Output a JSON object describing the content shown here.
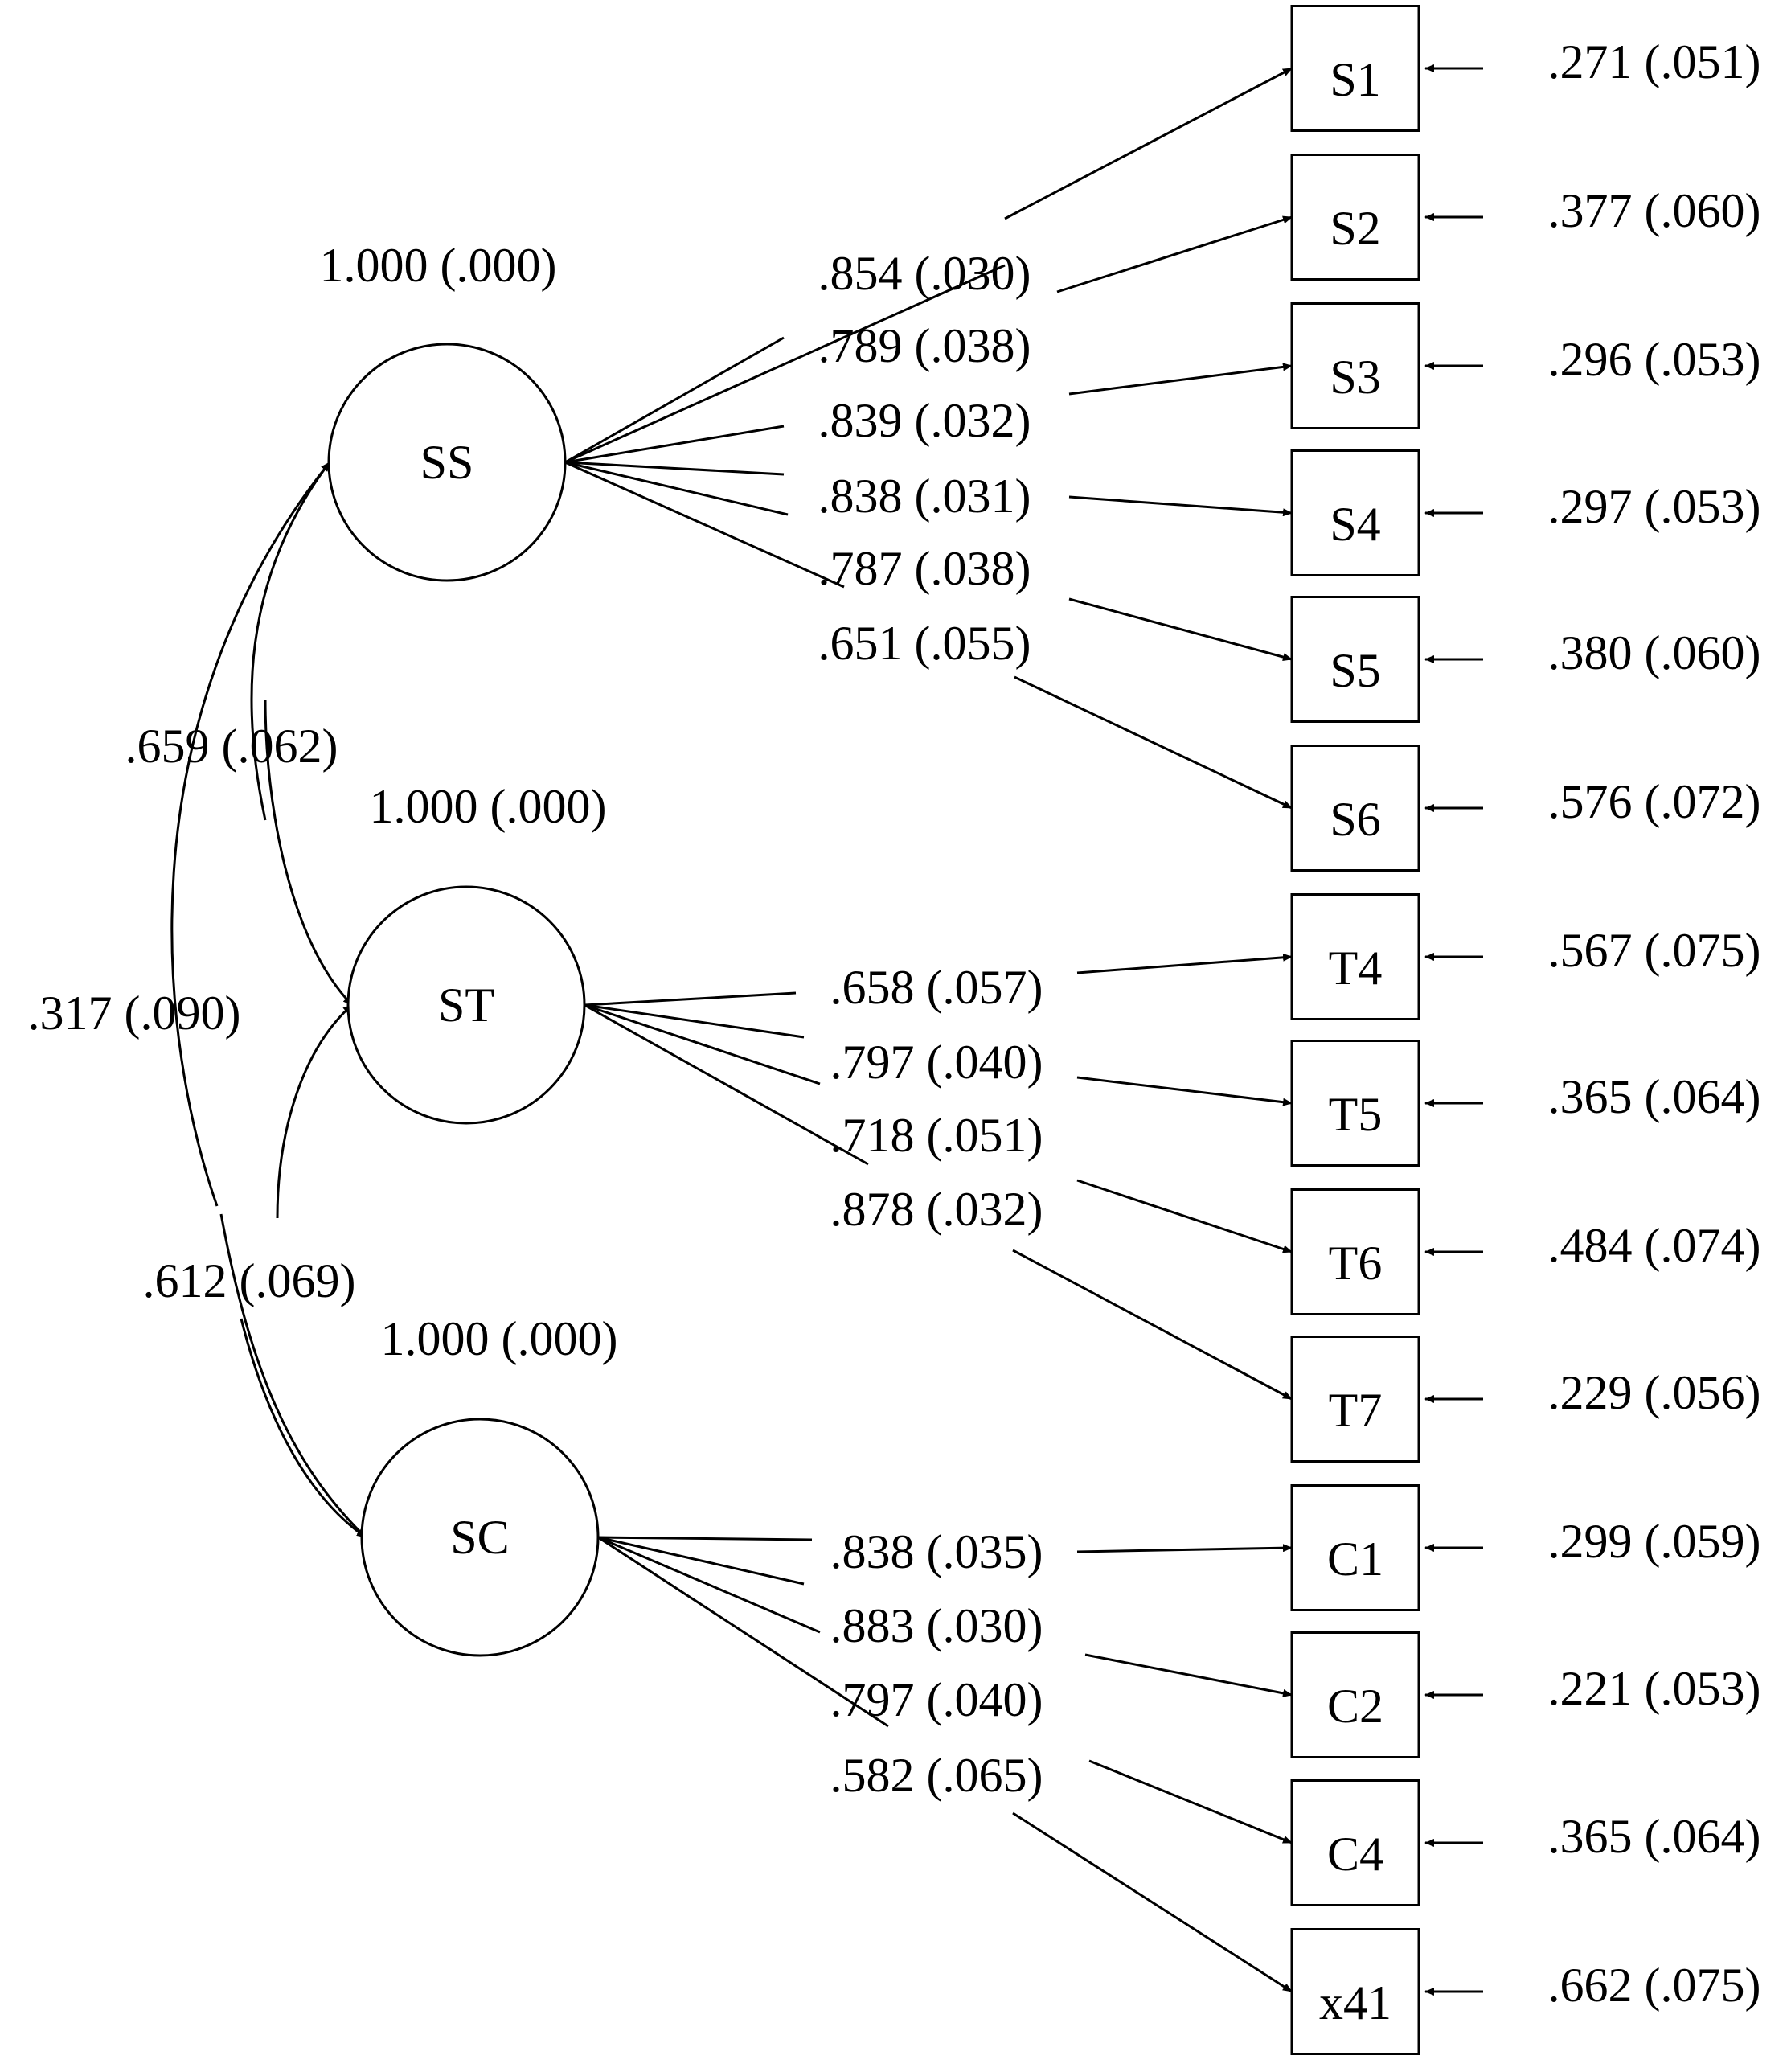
{
  "latent_factors": [
    {
      "id": "SS",
      "variance": "1.000 (.000)"
    },
    {
      "id": "ST",
      "variance": "1.000 (.000)"
    },
    {
      "id": "SC",
      "variance": "1.000 (.000)"
    }
  ],
  "indicators": [
    {
      "id": "S1",
      "factor": "SS",
      "loading": ".854 (.030)",
      "residual": ".271 (.051)"
    },
    {
      "id": "S2",
      "factor": "SS",
      "loading": ".789 (.038)",
      "residual": ".377 (.060)"
    },
    {
      "id": "S3",
      "factor": "SS",
      "loading": ".839 (.032)",
      "residual": ".296 (.053)"
    },
    {
      "id": "S4",
      "factor": "SS",
      "loading": ".838 (.031)",
      "residual": ".297 (.053)"
    },
    {
      "id": "S5",
      "factor": "SS",
      "loading": ".787 (.038)",
      "residual": ".380 (.060)"
    },
    {
      "id": "S6",
      "factor": "SS",
      "loading": ".651 (.055)",
      "residual": ".576 (.072)"
    },
    {
      "id": "T4",
      "factor": "ST",
      "loading": ".658 (.057)",
      "residual": ".567 (.075)"
    },
    {
      "id": "T5",
      "factor": "ST",
      "loading": ".797 (.040)",
      "residual": ".365 (.064)"
    },
    {
      "id": "T6",
      "factor": "ST",
      "loading": ".718 (.051)",
      "residual": ".484 (.074)"
    },
    {
      "id": "T7",
      "factor": "ST",
      "loading": ".878 (.032)",
      "residual": ".229 (.056)"
    },
    {
      "id": "C1",
      "factor": "SC",
      "loading": ".838 (.035)",
      "residual": ".299 (.059)"
    },
    {
      "id": "C2",
      "factor": "SC",
      "loading": ".883 (.030)",
      "residual": ".221 (.053)"
    },
    {
      "id": "C4",
      "factor": "SC",
      "loading": ".797 (.040)",
      "residual": ".365 (.064)"
    },
    {
      "id": "x41",
      "factor": "SC",
      "loading": ".582 (.065)",
      "residual": ".662 (.075)"
    }
  ],
  "correlations": [
    {
      "from": "SS",
      "to": "ST",
      "value": ".659 (.062)"
    },
    {
      "from": "SS",
      "to": "SC",
      "value": ".317 (.090)"
    },
    {
      "from": "ST",
      "to": "SC",
      "value": ".612 (.069)"
    }
  ]
}
